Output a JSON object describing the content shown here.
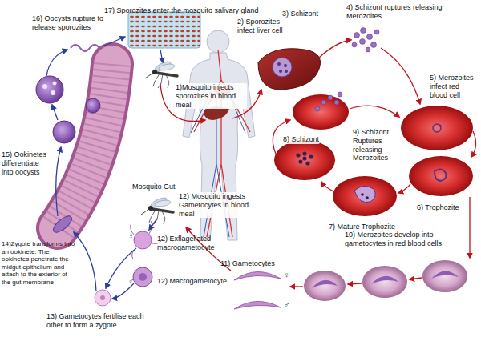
{
  "diagram": {
    "labels": [
      "17) Sporozites enter the mosquito salivary gland",
      "16) Oocysts rupture to release sporozites",
      "3) Schizont",
      "4) Schizont ruptures releasing Merozoites",
      "2) Sporozites infect liver cell",
      "1)Mosquito injects sporozites in blood meal",
      "5) Merozoites infect red blood cell",
      "9) Schizont Ruptures releasing Merozoites",
      "8) Schizont",
      "15) Ookinetes differentiate into oocysts",
      "Mosquito Gut",
      "6) Trophozite",
      "12) Mosquito ingests Gametocytes in blood meal",
      "7) Mature Trophozite",
      "♀",
      "12) Exflagellated macrogametocyte",
      "10) Merozoites develop into gametocytes in red blood cells",
      "11) Gametocytes",
      "♀",
      "♂",
      "12) Macrogametocyte",
      "♂",
      "14)Zygote transforms into an ookinete. The ookinetes penetrate the midgut epithelium and attach to the exterior of the gut membrane",
      "13) Gametocytes fertilise each other to form a zygote"
    ]
  }
}
